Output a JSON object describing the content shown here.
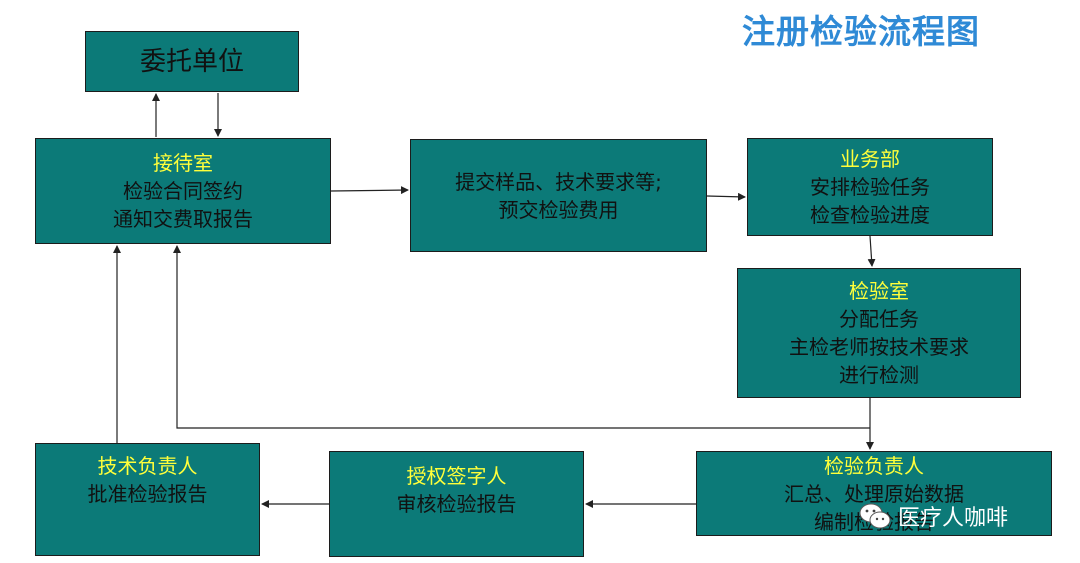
{
  "title": "注册检验流程图",
  "boxes": {
    "client": {
      "lines": [
        "委托单位"
      ]
    },
    "reception": {
      "heading": "接待室",
      "lines": [
        "检验合同签约",
        "通知交费取报告"
      ]
    },
    "submit": {
      "lines": [
        "提交样品、技术要求等;",
        "预交检验费用"
      ]
    },
    "business": {
      "heading": "业务部",
      "lines": [
        "安排检验任务",
        "检查检验进度"
      ]
    },
    "lab": {
      "heading": "检验室",
      "lines": [
        "分配任务",
        "主检老师按技术要求",
        "进行检测"
      ]
    },
    "inspector": {
      "heading": "检验负责人",
      "lines": [
        "汇总、处理原始数据",
        "编制检验报告"
      ]
    },
    "signer": {
      "heading": "授权签字人",
      "lines": [
        "审核检验报告"
      ]
    },
    "tech": {
      "heading": "技术负责人",
      "lines": [
        "批准检验报告"
      ]
    }
  },
  "watermark": {
    "text": "医疗人咖啡",
    "icon": "wechat-icon"
  },
  "colors": {
    "box_fill": "#0c7a78",
    "heading": "#ffff3a",
    "title": "#2f8ad6",
    "line": "#222222"
  }
}
